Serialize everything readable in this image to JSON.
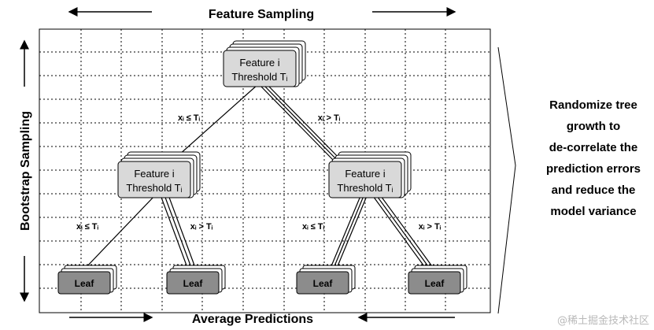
{
  "top_label": "Feature Sampling",
  "bottom_label": "Average Predictions",
  "left_label": "Bootstrap Sampling",
  "side_text": [
    "Randomize tree",
    "growth to",
    "de-correlate the",
    "prediction errors",
    "and reduce the",
    "model variance"
  ],
  "nodes": {
    "root": {
      "line1": "Feature i",
      "line2": "Threshold Tᵢ"
    },
    "left": {
      "line1": "Feature i",
      "line2": "Threshold Tᵢ"
    },
    "right": {
      "line1": "Feature i",
      "line2": "Threshold Tᵢ"
    }
  },
  "leaves": [
    "Leaf",
    "Leaf",
    "Leaf",
    "Leaf"
  ],
  "edges": {
    "root_left": "xᵢ ≤ Tᵢ",
    "root_right": "xᵢ > Tᵢ",
    "left_left": "xᵢ ≤ Tᵢ",
    "left_right": "xᵢ > Tᵢ",
    "right_left": "xᵢ ≤ Tᵢ",
    "right_right": "xᵢ > Tᵢ"
  },
  "watermark": "@稀土掘金技术社区",
  "colors": {
    "node_fill": "#d9d9d9",
    "leaf_fill": "#8c8c8c",
    "grid": "#000000"
  }
}
